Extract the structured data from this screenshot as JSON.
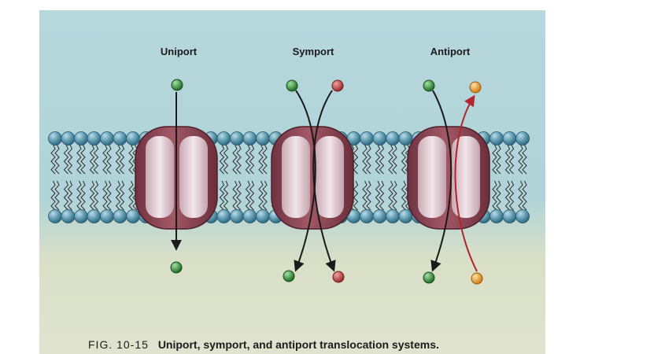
{
  "labels": {
    "uniport": "Uniport",
    "symport": "Symport",
    "antiport": "Antiport"
  },
  "caption": {
    "figure_number": "FIG. 10-15",
    "title": "Uniport, symport, and antiport translocation systems."
  },
  "colors": {
    "background_top": "#b4d6db",
    "background_bottom": "#dde2cc",
    "lipid_head": "#4f8fa6",
    "protein": "#8c4a57",
    "protein_pore": "#e8d8de",
    "solute_green": "#2e7d32",
    "solute_red": "#b53a3a",
    "solute_orange": "#e39a2c",
    "arrow_dark": "#1a1a1a",
    "arrow_red": "#b0262c"
  }
}
